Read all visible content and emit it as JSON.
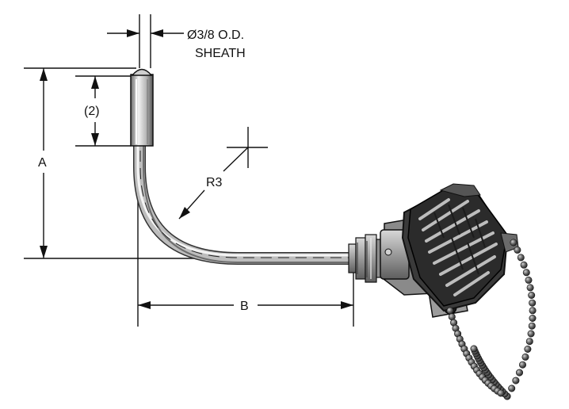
{
  "diagram": {
    "sheath_label_line1": "Ø3/8 O.D.",
    "sheath_label_line2": "SHEATH",
    "dim_a": "A",
    "dim_b": "B",
    "dim_2": "(2)",
    "radius": "R3"
  },
  "colors": {
    "line": "#111111",
    "metal_light": "#e6e6e6",
    "metal_mid": "#a9a9a9",
    "metal_dark": "#4a4a4a",
    "head_dark": "#2b2b2b",
    "chain": "#3a3a3a"
  },
  "icons": {
    "head": "connection-head-icon",
    "chain": "bead-chain-icon"
  }
}
